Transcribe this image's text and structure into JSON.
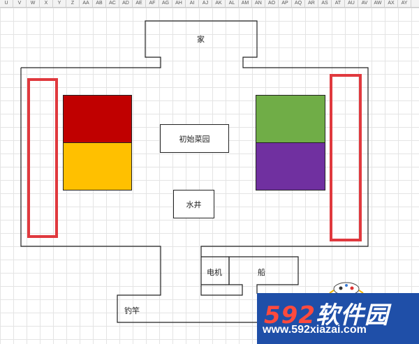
{
  "sheet": {
    "column_headers": [
      "U",
      "V",
      "W",
      "X",
      "Y",
      "Z",
      "AA",
      "AB",
      "AC",
      "AD",
      "AE",
      "AF",
      "AG",
      "AH",
      "AI",
      "AJ",
      "AK",
      "AL",
      "AM",
      "AN",
      "AO",
      "AP",
      "AQ",
      "AR",
      "AS",
      "AT",
      "AU",
      "AV",
      "AW",
      "AX",
      "AY"
    ]
  },
  "map": {
    "home_label": "家",
    "garden_label": "初始菜园",
    "well_label": "水井",
    "motor_label": "电机",
    "boat_label": "船",
    "rod_label": "钓竿"
  },
  "plots": {
    "left_top_color": "#c00000",
    "left_bottom_color": "#ffc000",
    "right_top_color": "#70ad47",
    "right_bottom_color": "#7030a0",
    "highlight_color": "#e0393e"
  },
  "watermark": {
    "logo_digits": "592",
    "logo_text": "软件园",
    "url": "www.592xiazai.com"
  }
}
